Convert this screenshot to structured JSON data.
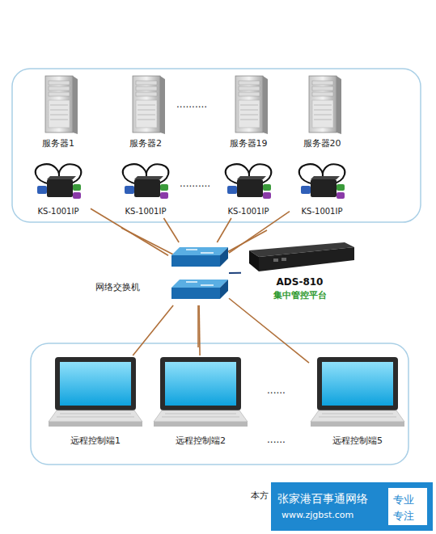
{
  "diagram": {
    "nodes": [
      {
        "text": [
          "服务器1"
        ]
      },
      {
        "text": [
          "服务器2"
        ]
      },
      {
        "text": [
          "服务器19"
        ]
      },
      {
        "text": [
          "服务器20"
        ]
      },
      {
        "text": [
          "KS-1001IP"
        ]
      },
      {
        "text": [
          "KS-1001IP"
        ]
      },
      {
        "text": [
          "KS-1001IP"
        ]
      },
      {
        "text": [
          "KS-1001IP"
        ]
      },
      {
        "text": [
          "网络交换机"
        ]
      },
      {
        "text": [
          "ADS-810",
          "集中管控平台"
        ]
      },
      {
        "text": [
          "远程控制端1"
        ]
      },
      {
        "text": [
          "远程控制端2"
        ]
      },
      {
        "text": [
          "远程控制端5"
        ]
      }
    ],
    "edges": [
      {
        "from": 4,
        "to": 8,
        "arrow": "none"
      },
      {
        "from": 5,
        "to": 8,
        "arrow": "none"
      },
      {
        "from": 6,
        "to": 8,
        "arrow": "none"
      },
      {
        "from": 7,
        "to": 8,
        "arrow": "none"
      },
      {
        "from": 8,
        "to": 9,
        "arrow": "none"
      },
      {
        "from": 8,
        "to": 10,
        "arrow": "none"
      },
      {
        "from": 8,
        "to": 11,
        "arrow": "none"
      },
      {
        "from": 8,
        "to": 12,
        "arrow": "none"
      }
    ],
    "labels": [
      "..........",
      "..........",
      "......",
      "......",
      "本方",
      "张家港百事通网络",
      "www.zjgbst.com",
      "专业",
      "专注"
    ]
  }
}
